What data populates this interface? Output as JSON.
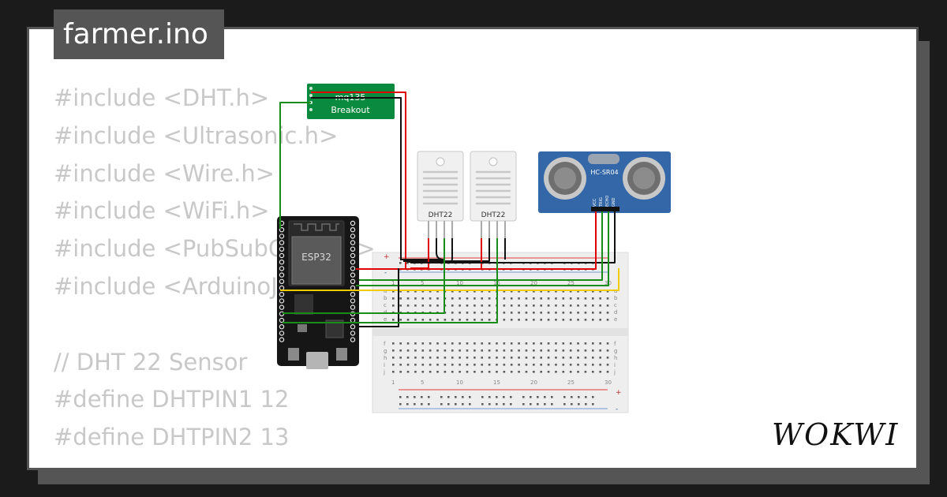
{
  "project": {
    "filename": "farmer.ino"
  },
  "code_lines": [
    "#include <DHT.h>",
    "#include <Ultrasonic.h>",
    "#include <Wire.h>",
    "#include <WiFi.h>",
    "#include <PubSubClient.h>",
    "#include <ArduinoJson.h>",
    "",
    "// DHT 22 Sensor",
    "#define DHTPIN1 12",
    "#define DHTPIN2 13"
  ],
  "components": {
    "gas_sensor": {
      "line1": "mq135",
      "line2": "Breakout"
    },
    "esp32": {
      "label": "ESP32"
    },
    "dht_left": {
      "label": "DHT22"
    },
    "dht_right": {
      "label": "DHT22"
    },
    "ultrasonic": {
      "label": "HC-SR04",
      "pins": [
        "VCC",
        "TRIG",
        "ECHO",
        "GND"
      ]
    },
    "breadboard": {
      "column_numbers": [
        "1",
        "5",
        "10",
        "15",
        "20",
        "25",
        "30"
      ],
      "rows_top": [
        "a",
        "b",
        "c",
        "d",
        "e"
      ],
      "rows_bottom": [
        "f",
        "g",
        "h",
        "i",
        "j"
      ],
      "plus": "+",
      "minus": "-"
    }
  },
  "colors": {
    "background": "#1b1b1b",
    "frame": "#555555",
    "code_text": "#c8c8c8",
    "wire_red": "#e00000",
    "wire_black": "#111111",
    "wire_green": "#1a8c1a",
    "wire_yellow": "#f2cc00",
    "board_green": "#0a8a3e",
    "esp_board": "#161616",
    "hcsr04_blue": "#3367a8"
  },
  "brand": {
    "logo": "WOKWI"
  }
}
